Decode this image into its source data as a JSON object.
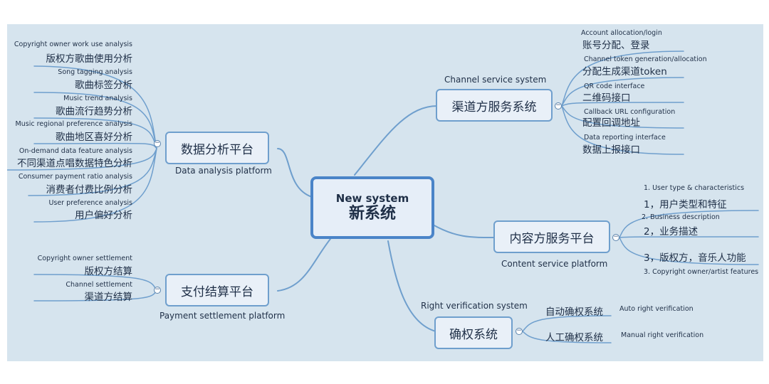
{
  "center": {
    "en": "New system",
    "zh": "新系统"
  },
  "branches": {
    "data_analysis": {
      "zh": "数据分析平台",
      "en": "Data analysis platform",
      "items": [
        {
          "en": "Copyright owner work use analysis",
          "zh": "版权方歌曲使用分析"
        },
        {
          "en": "Song tagging analysis",
          "zh": "歌曲标签分析"
        },
        {
          "en": "Music trend analysis",
          "zh": "歌曲流行趋势分析"
        },
        {
          "en": "Music regional preference analysis",
          "zh": "歌曲地区喜好分析"
        },
        {
          "en": "On-demand data feature analysis",
          "zh": "不同渠道点唱数据特色分析"
        },
        {
          "en": "Consumer payment ratio analysis",
          "zh": "消费者付费比例分析"
        },
        {
          "en": "User preference analysis",
          "zh": "用户偏好分析"
        }
      ]
    },
    "payment": {
      "zh": "支付结算平台",
      "en": "Payment settlement platform",
      "items": [
        {
          "en": "Copyright owner settlement",
          "zh": "版权方结算"
        },
        {
          "en": "Channel settlement",
          "zh": "渠道方结算"
        }
      ]
    },
    "channel": {
      "zh": "渠道方服务系统",
      "en": "Channel service system",
      "items": [
        {
          "en": "Account allocation/login",
          "zh": "账号分配、登录"
        },
        {
          "en": "Channel token generation/allocation",
          "zh": "分配生成渠道token"
        },
        {
          "en": "QR code interface",
          "zh": "二维码接口"
        },
        {
          "en": "Callback URL configuration",
          "zh": "配置回调地址"
        },
        {
          "en": "Data reporting interface",
          "zh": "数据上报接口"
        }
      ]
    },
    "content": {
      "zh": "内容方服务平台",
      "en": "Content service platform",
      "items": [
        {
          "en": "1. User type &  characteristics",
          "zh": "1，用户类型和特征"
        },
        {
          "en": "2. Business description",
          "zh": "2，业务描述"
        },
        {
          "en": "3. Copyright owner/artist features",
          "zh": "3，版权方，音乐人功能"
        }
      ]
    },
    "rights": {
      "zh": "确权系统",
      "en": "Right verification system",
      "items": [
        {
          "en": "Auto right verification",
          "zh": "自动确权系统"
        },
        {
          "en": "Manual right verification",
          "zh": "人工确权系统"
        }
      ]
    }
  },
  "collapse_symbol": "−",
  "colors": {
    "background": "#d6e4ee",
    "link": "#6f9fcd",
    "node_border": "#6f9fcd",
    "center_border": "#4a84c8"
  }
}
